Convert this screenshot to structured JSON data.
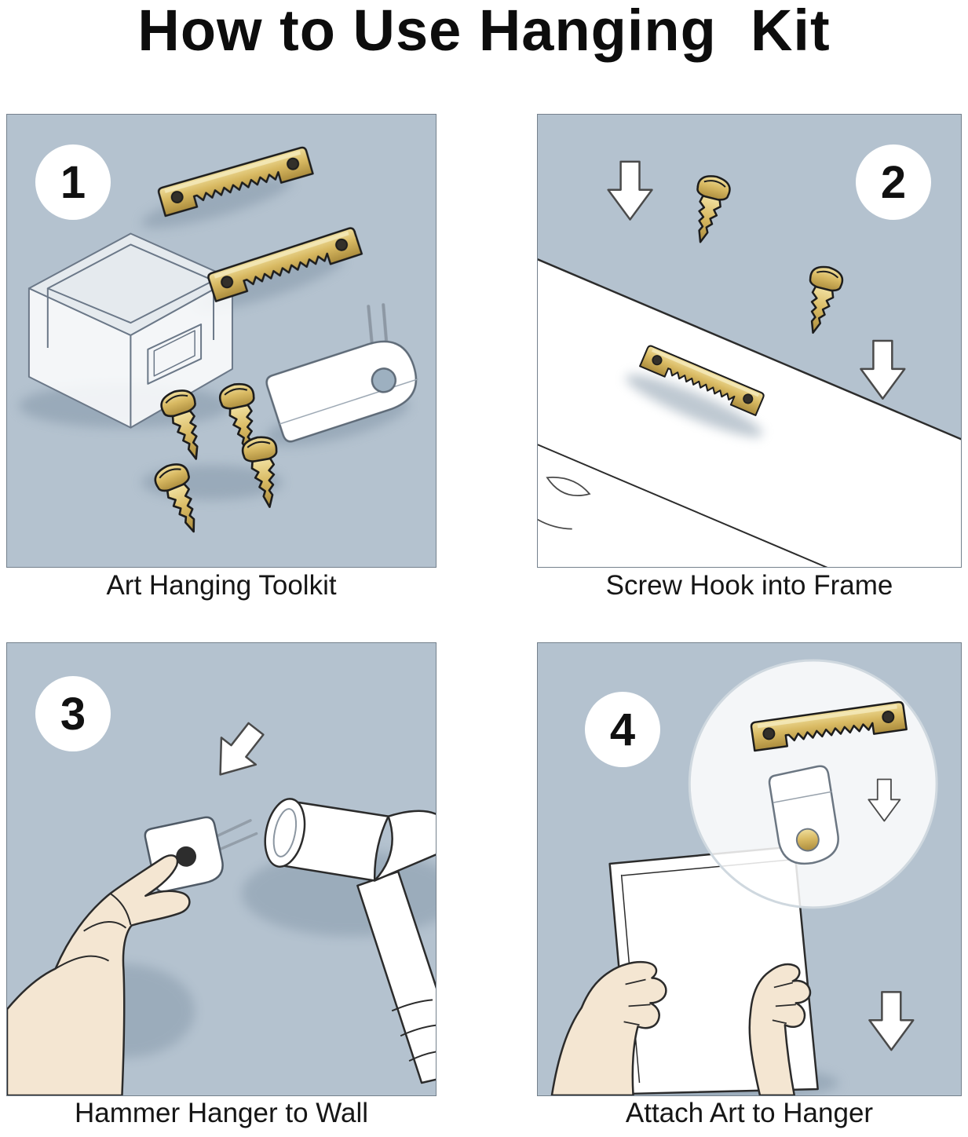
{
  "title": "How to Use Hanging  Kit",
  "panels": [
    {
      "number": "1",
      "caption": "Art Hanging Toolkit"
    },
    {
      "number": "2",
      "caption": "Screw Hook into Frame"
    },
    {
      "number": "3",
      "caption": "Hammer Hanger to Wall"
    },
    {
      "number": "4",
      "caption": "Attach Art to Hanger"
    }
  ],
  "colors": {
    "panel_background": "#b4c2cf",
    "brass": "#d9ba63",
    "brass_dark": "#ab8c3d",
    "white": "#ffffff",
    "skin": "#f4e6d2",
    "outline": "#2b2b2b"
  }
}
